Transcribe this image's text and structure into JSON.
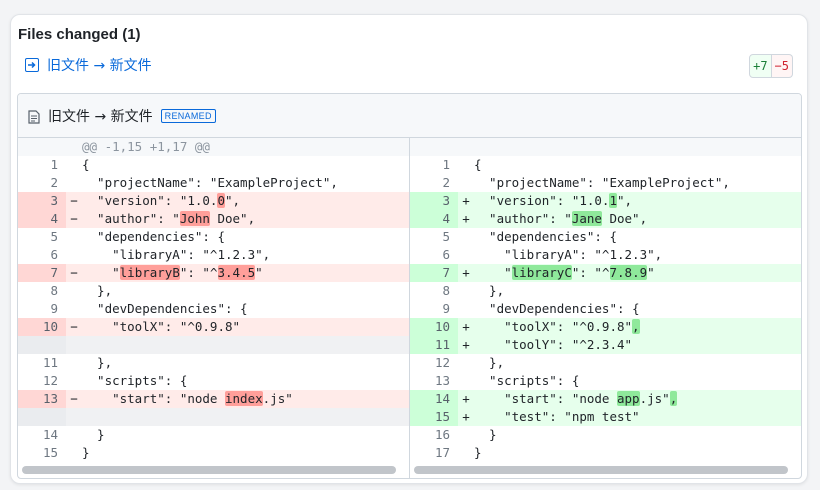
{
  "header": {
    "title": "Files changed (1)"
  },
  "file_link": {
    "label": "旧文件 → 新文件"
  },
  "stats": {
    "additions": "+7",
    "deletions": "−5"
  },
  "diff_header": {
    "filename": "旧文件 → 新文件",
    "badge": "RENAMED"
  },
  "hunk": "@@ -1,15 +1,17 @@",
  "left_lines": [
    {
      "type": "ctx",
      "num": "1",
      "sign": "",
      "parts": [
        {
          "t": "{"
        }
      ]
    },
    {
      "type": "ctx",
      "num": "2",
      "sign": "",
      "parts": [
        {
          "t": "  \"projectName\": \"ExampleProject\","
        }
      ]
    },
    {
      "type": "del",
      "num": "3",
      "sign": "−",
      "parts": [
        {
          "t": "  \"version\": \"1.0."
        },
        {
          "t": "0",
          "hl": true
        },
        {
          "t": "\","
        }
      ]
    },
    {
      "type": "del",
      "num": "4",
      "sign": "−",
      "parts": [
        {
          "t": "  \"author\": \""
        },
        {
          "t": "John",
          "hl": true
        },
        {
          "t": " Doe\","
        }
      ]
    },
    {
      "type": "ctx",
      "num": "5",
      "sign": "",
      "parts": [
        {
          "t": "  \"dependencies\": {"
        }
      ]
    },
    {
      "type": "ctx",
      "num": "6",
      "sign": "",
      "parts": [
        {
          "t": "    \"libraryA\": \"^1.2.3\","
        }
      ]
    },
    {
      "type": "del",
      "num": "7",
      "sign": "−",
      "parts": [
        {
          "t": "    \""
        },
        {
          "t": "libraryB",
          "hl": true
        },
        {
          "t": "\": \"^"
        },
        {
          "t": "3.4.5",
          "hl": true
        },
        {
          "t": "\""
        }
      ]
    },
    {
      "type": "ctx",
      "num": "8",
      "sign": "",
      "parts": [
        {
          "t": "  },"
        }
      ]
    },
    {
      "type": "ctx",
      "num": "9",
      "sign": "",
      "parts": [
        {
          "t": "  \"devDependencies\": {"
        }
      ]
    },
    {
      "type": "del",
      "num": "10",
      "sign": "−",
      "parts": [
        {
          "t": "    \"toolX\": \"^0.9.8\""
        }
      ]
    },
    {
      "type": "empty",
      "num": "",
      "sign": "",
      "parts": []
    },
    {
      "type": "ctx",
      "num": "11",
      "sign": "",
      "parts": [
        {
          "t": "  },"
        }
      ]
    },
    {
      "type": "ctx",
      "num": "12",
      "sign": "",
      "parts": [
        {
          "t": "  \"scripts\": {"
        }
      ]
    },
    {
      "type": "del",
      "num": "13",
      "sign": "−",
      "parts": [
        {
          "t": "    \"start\": \"node "
        },
        {
          "t": "index",
          "hl": true
        },
        {
          "t": ".js\""
        }
      ]
    },
    {
      "type": "empty",
      "num": "",
      "sign": "",
      "parts": []
    },
    {
      "type": "ctx",
      "num": "14",
      "sign": "",
      "parts": [
        {
          "t": "  }"
        }
      ]
    },
    {
      "type": "ctx",
      "num": "15",
      "sign": "",
      "parts": [
        {
          "t": "}"
        }
      ]
    }
  ],
  "right_lines": [
    {
      "type": "ctx",
      "num": "1",
      "sign": "",
      "parts": [
        {
          "t": "{"
        }
      ]
    },
    {
      "type": "ctx",
      "num": "2",
      "sign": "",
      "parts": [
        {
          "t": "  \"projectName\": \"ExampleProject\","
        }
      ]
    },
    {
      "type": "add",
      "num": "3",
      "sign": "+",
      "parts": [
        {
          "t": "  \"version\": \"1.0."
        },
        {
          "t": "1",
          "hl": true
        },
        {
          "t": "\","
        }
      ]
    },
    {
      "type": "add",
      "num": "4",
      "sign": "+",
      "parts": [
        {
          "t": "  \"author\": \""
        },
        {
          "t": "Jane",
          "hl": true
        },
        {
          "t": " Doe\","
        }
      ]
    },
    {
      "type": "ctx",
      "num": "5",
      "sign": "",
      "parts": [
        {
          "t": "  \"dependencies\": {"
        }
      ]
    },
    {
      "type": "ctx",
      "num": "6",
      "sign": "",
      "parts": [
        {
          "t": "    \"libraryA\": \"^1.2.3\","
        }
      ]
    },
    {
      "type": "add",
      "num": "7",
      "sign": "+",
      "parts": [
        {
          "t": "    \""
        },
        {
          "t": "libraryC",
          "hl": true
        },
        {
          "t": "\": \"^"
        },
        {
          "t": "7.8.9",
          "hl": true
        },
        {
          "t": "\""
        }
      ]
    },
    {
      "type": "ctx",
      "num": "8",
      "sign": "",
      "parts": [
        {
          "t": "  },"
        }
      ]
    },
    {
      "type": "ctx",
      "num": "9",
      "sign": "",
      "parts": [
        {
          "t": "  \"devDependencies\": {"
        }
      ]
    },
    {
      "type": "add",
      "num": "10",
      "sign": "+",
      "parts": [
        {
          "t": "    \"toolX\": \"^0.9.8\""
        },
        {
          "t": ",",
          "hl": true
        }
      ]
    },
    {
      "type": "add",
      "num": "11",
      "sign": "+",
      "parts": [
        {
          "t": "    \"toolY\": \"^2.3.4\""
        }
      ]
    },
    {
      "type": "ctx",
      "num": "12",
      "sign": "",
      "parts": [
        {
          "t": "  },"
        }
      ]
    },
    {
      "type": "ctx",
      "num": "13",
      "sign": "",
      "parts": [
        {
          "t": "  \"scripts\": {"
        }
      ]
    },
    {
      "type": "add",
      "num": "14",
      "sign": "+",
      "parts": [
        {
          "t": "    \"start\": \"node "
        },
        {
          "t": "app",
          "hl": true
        },
        {
          "t": ".js\""
        },
        {
          "t": ",",
          "hl": true
        }
      ]
    },
    {
      "type": "add",
      "num": "15",
      "sign": "+",
      "parts": [
        {
          "t": "    \"test\": \"npm test\""
        }
      ]
    },
    {
      "type": "ctx",
      "num": "16",
      "sign": "",
      "parts": [
        {
          "t": "  }"
        }
      ]
    },
    {
      "type": "ctx",
      "num": "17",
      "sign": "",
      "parts": [
        {
          "t": "}"
        }
      ]
    }
  ]
}
